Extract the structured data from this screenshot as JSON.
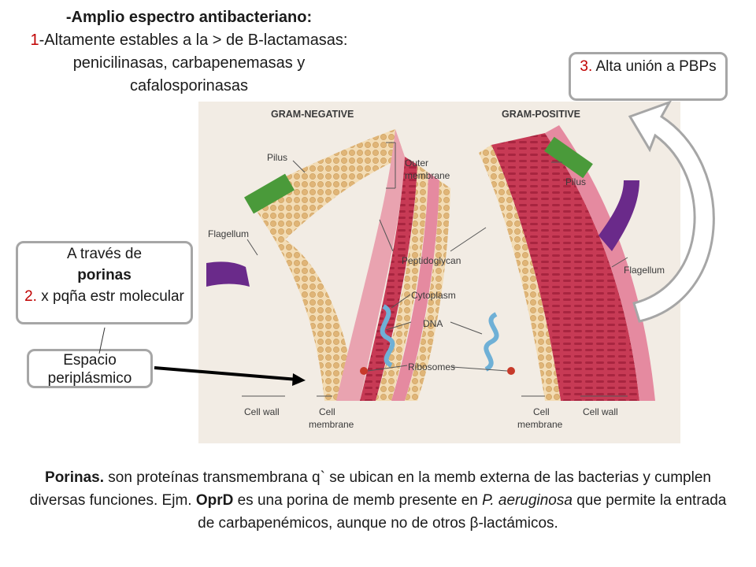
{
  "header": {
    "title": "-Amplio espectro antibacteriano:",
    "item1_number": "1",
    "item1_text": "-Altamente estables a la > de B-lactamasas: penicilinasas, carbapenemasas y cafalosporinasas"
  },
  "callouts": {
    "pbp_number": "3.",
    "pbp_text": " Alta unión a PBPs",
    "porinas_line1": "A través de",
    "porinas_bold": "porinas",
    "porinas_number": "2.",
    "porinas_line3": " x pqña estr molecular",
    "espacio_text": "Espacio periplásmico"
  },
  "figure": {
    "heading_left": "GRAM-NEGATIVE",
    "heading_right": "GRAM-POSITIVE",
    "labels": {
      "pilus_left": "Pilus",
      "outer_membrane_1": "Outer",
      "outer_membrane_2": "membrane",
      "flagellum_left": "Flagellum",
      "peptidoglycan": "Peptidoglycan",
      "cytoplasm": "Cytoplasm",
      "dna": "DNA",
      "ribosomes": "Ribosomes",
      "pilus_right": "Pilus",
      "flagellum_right": "Flagellum",
      "cell_wall_left": "Cell wall",
      "cell_membrane_left_1": "Cell",
      "cell_membrane_left_2": "membrane",
      "cell_membrane_right_1": "Cell",
      "cell_membrane_right_2": "membrane",
      "cell_wall_right": "Cell wall"
    }
  },
  "footer": {
    "bold_lead": "Porinas.",
    "text1": " son proteínas transmembrana q` se ubican en la memb externa de las bacterias y cumplen diversas funciones. Ejm. ",
    "bold_oprd": "OprD",
    "text2": " es una porina de memb presente en ",
    "italic_species": "P. aeruginosa",
    "text3": " que permite la entrada de carbapenémicos, aunque no de otros β-lactámicos."
  },
  "colors": {
    "callout_border": "#a6a6a6",
    "accent_red": "#c00000",
    "membrane_pink": "#d94f6a",
    "lipid_tan": "#e6c08a",
    "pilus_green": "#4a9a3a",
    "flagellum_purple": "#6a2a8a"
  }
}
